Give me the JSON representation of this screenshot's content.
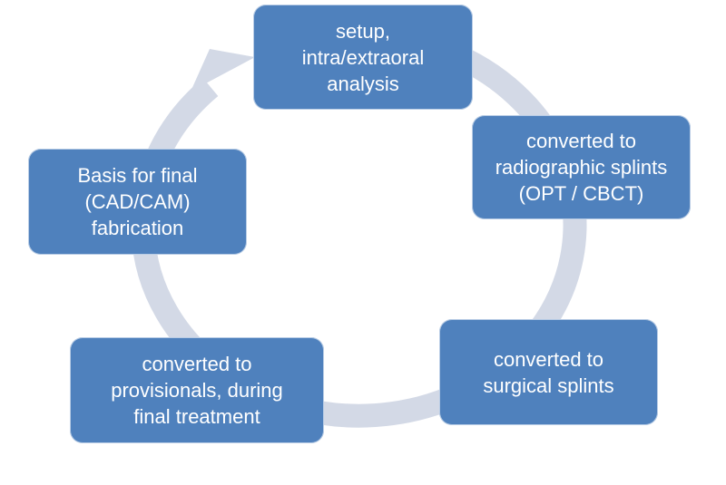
{
  "diagram": {
    "type": "cycle",
    "colors": {
      "node_fill": "#4f81bd",
      "node_text": "#ffffff",
      "ring": "#d3d9e6"
    },
    "nodes": [
      {
        "id": "setup",
        "text": "setup,\nintra/extraoral\nanalysis"
      },
      {
        "id": "radio",
        "text": "converted to\nradiographic splints\n(OPT / CBCT)"
      },
      {
        "id": "surgical",
        "text": "converted to\nsurgical splints"
      },
      {
        "id": "provisional",
        "text": "converted to\nprovisionals, during\nfinal treatment"
      },
      {
        "id": "basis",
        "text": "Basis for final\n(CAD/CAM)\nfabrication"
      }
    ],
    "flow": [
      "setup",
      "radio",
      "surgical",
      "provisional",
      "basis",
      "setup"
    ]
  }
}
